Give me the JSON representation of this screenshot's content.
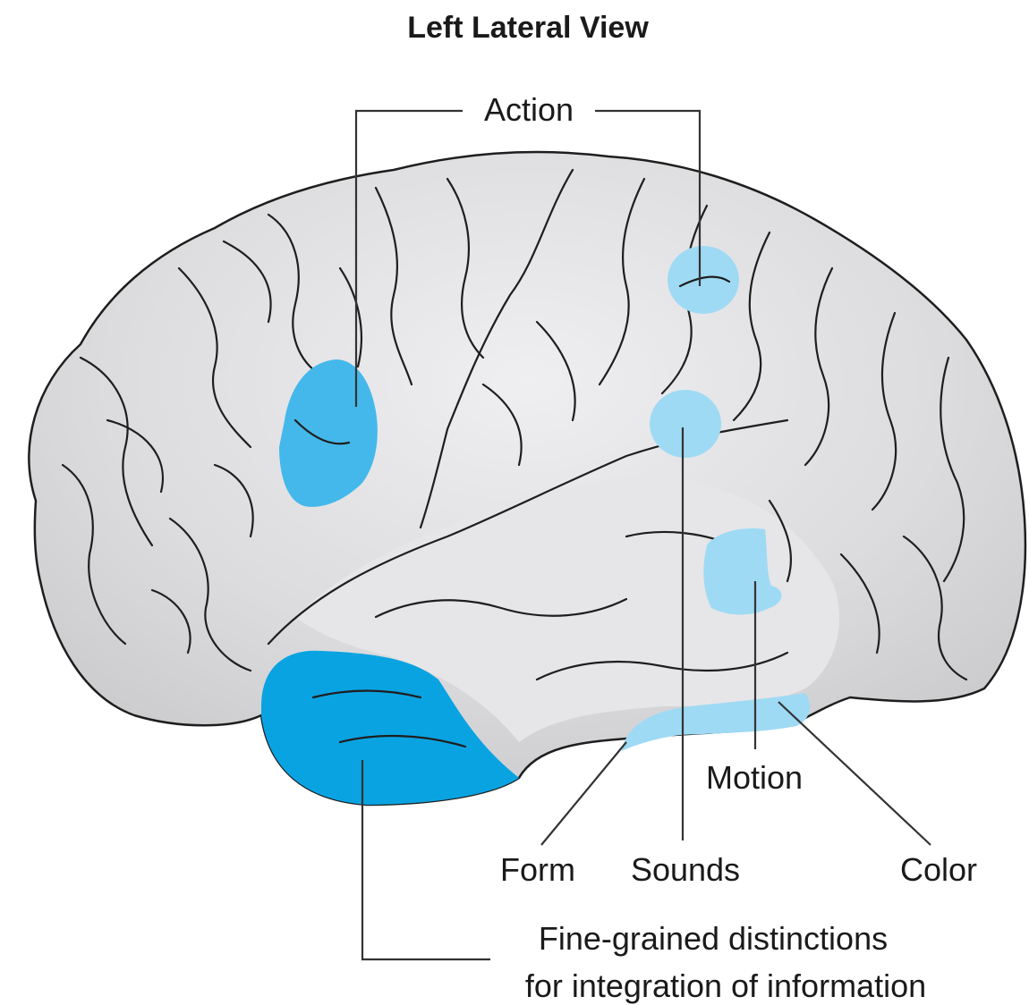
{
  "title": "Left Lateral View",
  "labels": {
    "action": "Action",
    "motion": "Motion",
    "form": "Form",
    "sounds": "Sounds",
    "color": "Color",
    "fine_line1": "Fine-grained distinctions",
    "fine_line2": "for integration of information"
  },
  "colors": {
    "brain_fill": "#d9d9db",
    "brain_highlight": "#ececee",
    "region_dark": "#0aa3e2",
    "region_mid": "#44b8ea",
    "region_light": "#9fdaf4",
    "outline": "#1e1e1e"
  }
}
